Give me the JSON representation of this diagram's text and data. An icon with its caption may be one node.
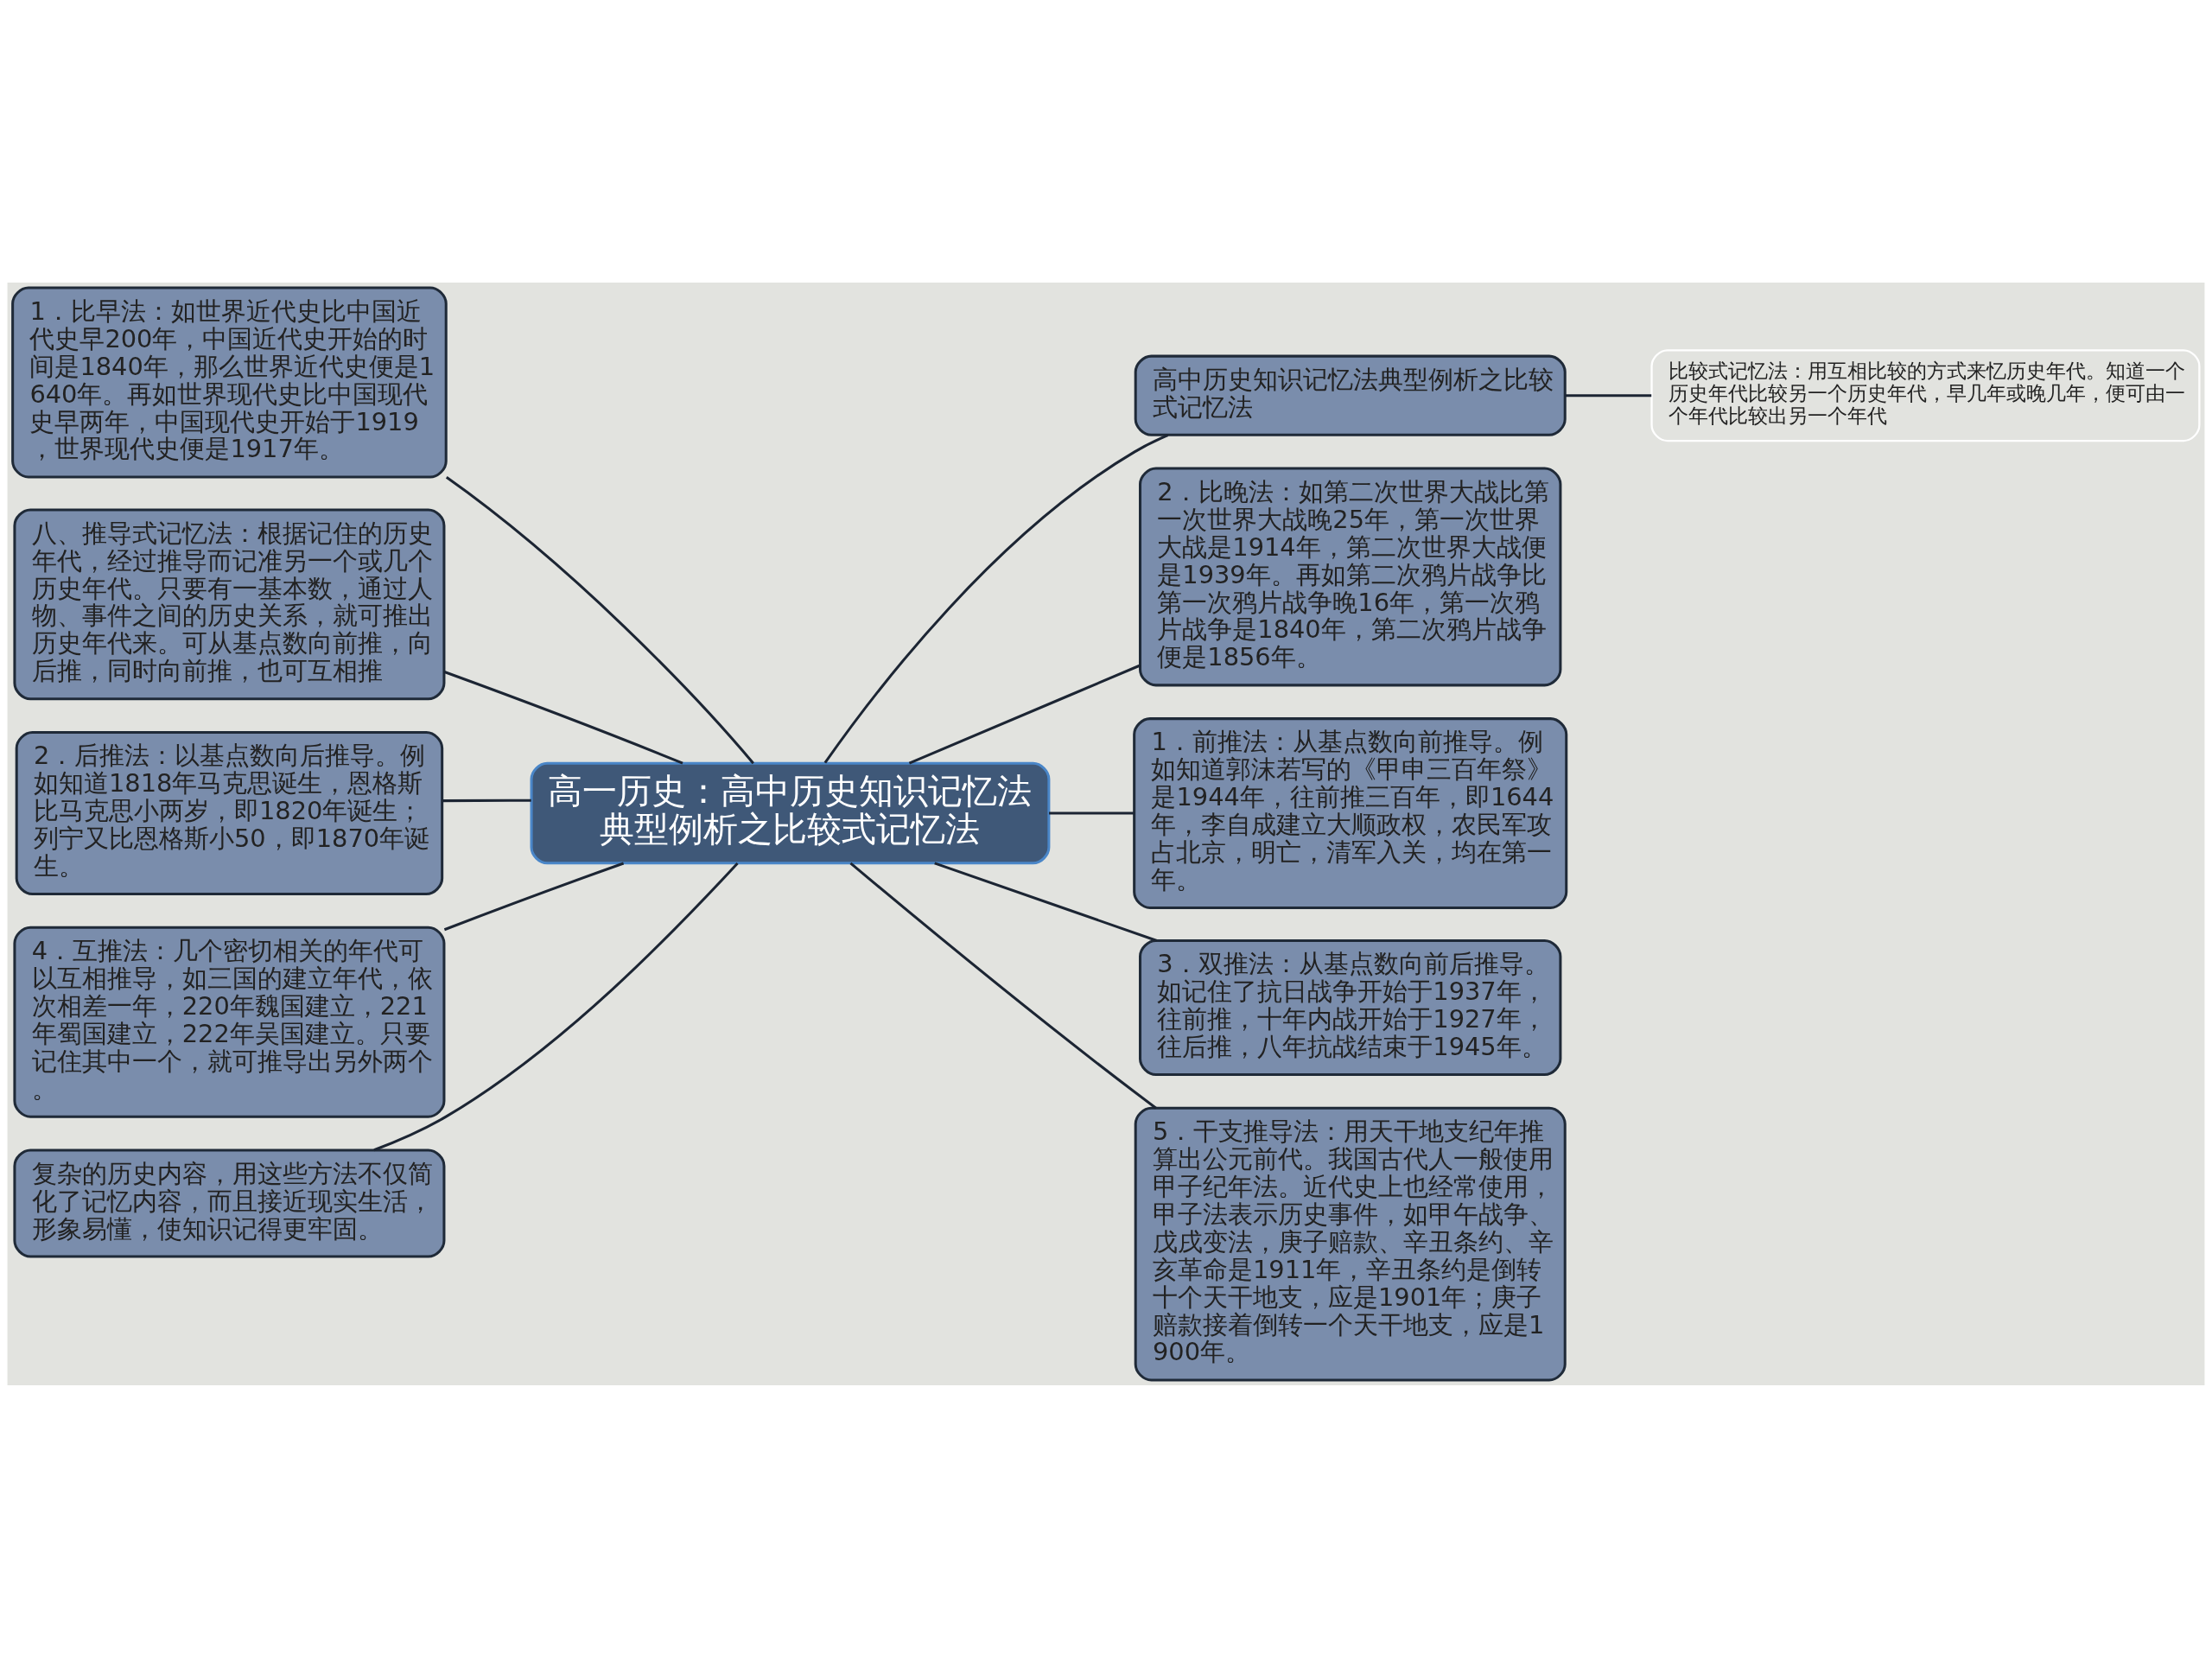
{
  "diagram": {
    "nodes": [
      {
        "text": [
          "高一历史：高中历史知识记忆法典型例析之比较式记忆法"
        ]
      },
      {
        "text": [
          "高中历史知识记忆法典型例析之比较式记忆法"
        ]
      },
      {
        "text": [
          "比较式记忆法：用互相比较的方式来忆历史年代。知道一个历史年代比较另一个历史年代，早几年或晚几年，便可由一个年代比较出另一个年代"
        ]
      },
      {
        "text": [
          "2．比晚法：如第二次世界大战比第一次世界大战晚25年，第一次世界大战是1914年，第二次世界大战便是1939年。再如第二次鸦片战争比第一次鸦片战争晚16年，第一次鸦片战争是1840年，第二次鸦片战争便是1856年。"
        ]
      },
      {
        "text": [
          "1．前推法：从基点数向前推导。例如知道郭沫若写的《甲申三百年祭》是1944年，往前推三百年，即1644年，李自成建立大顺政权，农民军攻占北京，明亡，清军入关，均在第一年。"
        ]
      },
      {
        "text": [
          "3．双推法：从基点数向前后推导。如记住了抗日战争开始于1937年，往前推，十年内战开始于1927年，往后推，八年抗战结束于1945年。"
        ]
      },
      {
        "text": [
          "5．干支推导法：用天干地支纪年推算出公元前代。我国古代人一般使用甲子纪年法。近代史上也经常使用，甲子法表示历史事件，如甲午战争、戊戌变法，庚子赔款、辛丑条约、辛亥革命是1911年，辛丑条约是倒转十个天干地支，应是1901年；庚子赔款接着倒转一个天干地支，应是1900年。"
        ]
      },
      {
        "text": [
          "1．比早法：如世界近代史比中国近代史早200年，中国近代史开始的时间是1840年，那么世界近代史便是1640年。再如世界现代史比中国现代史早两年，中国现代史开始于1919，世界现代史便是1917年。"
        ]
      },
      {
        "text": [
          "八、推导式记忆法：根据记住的历史年代，经过推导而记准另一个或几个历史年代。只要有一基本数，通过人物、事件之间的历史关系，就可推出历史年代来。可从基点数向前推，向后推，同时向前推，也可互相推"
        ]
      },
      {
        "text": [
          "2．后推法：以基点数向后推导。例如知道1818年马克思诞生，恩格斯比马克思小两岁，即1820年诞生；列宁又比恩格斯小50，即1870年诞生。"
        ]
      },
      {
        "text": [
          "4．互推法：几个密切相关的年代可以互相推导，如三国的建立年代，依次相差一年，220年魏国建立，221年蜀国建立，222年吴国建立。只要记住其中一个，就可推导出另外两个。"
        ]
      },
      {
        "text": [
          "复杂的历史内容，用这些方法不仅简化了记忆内容，而且接近现实生活，形象易懂，使知识记得更牢固。"
        ]
      }
    ],
    "edges": [
      {
        "from": 0,
        "to": 1,
        "arrow": "none"
      },
      {
        "from": 1,
        "to": 2,
        "arrow": "none"
      },
      {
        "from": 0,
        "to": 3,
        "arrow": "none"
      },
      {
        "from": 0,
        "to": 4,
        "arrow": "none"
      },
      {
        "from": 0,
        "to": 5,
        "arrow": "none"
      },
      {
        "from": 0,
        "to": 6,
        "arrow": "none"
      },
      {
        "from": 0,
        "to": 7,
        "arrow": "none"
      },
      {
        "from": 0,
        "to": 8,
        "arrow": "none"
      },
      {
        "from": 0,
        "to": 9,
        "arrow": "none"
      },
      {
        "from": 0,
        "to": 10,
        "arrow": "none"
      },
      {
        "from": 0,
        "to": 11,
        "arrow": "none"
      }
    ]
  }
}
